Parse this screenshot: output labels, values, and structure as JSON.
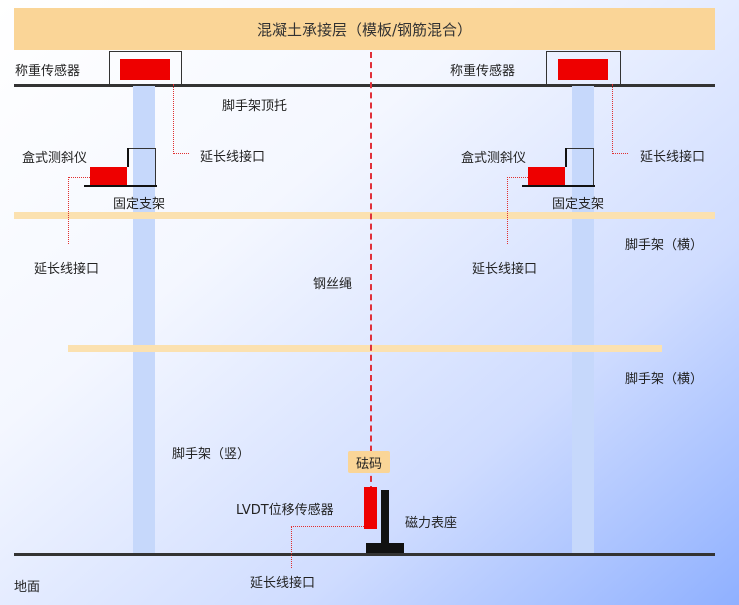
{
  "slab_label": "混凝土承接层（模板/钢筋混合）",
  "ground_label": "地面",
  "left": {
    "load_sensor": "称重传感器",
    "inclinometer": "盒式测斜仪",
    "bracket": "固定支架",
    "ext_top": "延长线接口",
    "ext_mid": "延长线接口"
  },
  "right": {
    "load_sensor": "称重传感器",
    "inclinometer": "盒式测斜仪",
    "bracket": "固定支架",
    "ext_top": "延长线接口",
    "ext_mid": "延长线接口"
  },
  "top_jack": "脚手架顶托",
  "steel_rope": "钢丝绳",
  "beam_1": "脚手架（横）",
  "beam_2": "脚手架（横）",
  "post_label": "脚手架（竖）",
  "weight": "砝码",
  "lvdt": "LVDT位移传感器",
  "magnet_base": "磁力表座",
  "ext_bottom": "延长线接口",
  "colors": {
    "slab": "#fad597",
    "sensor": "#ee0000",
    "post": "#c6d8fb",
    "beam": "#fbe1b0",
    "rope": "#e0303a"
  }
}
